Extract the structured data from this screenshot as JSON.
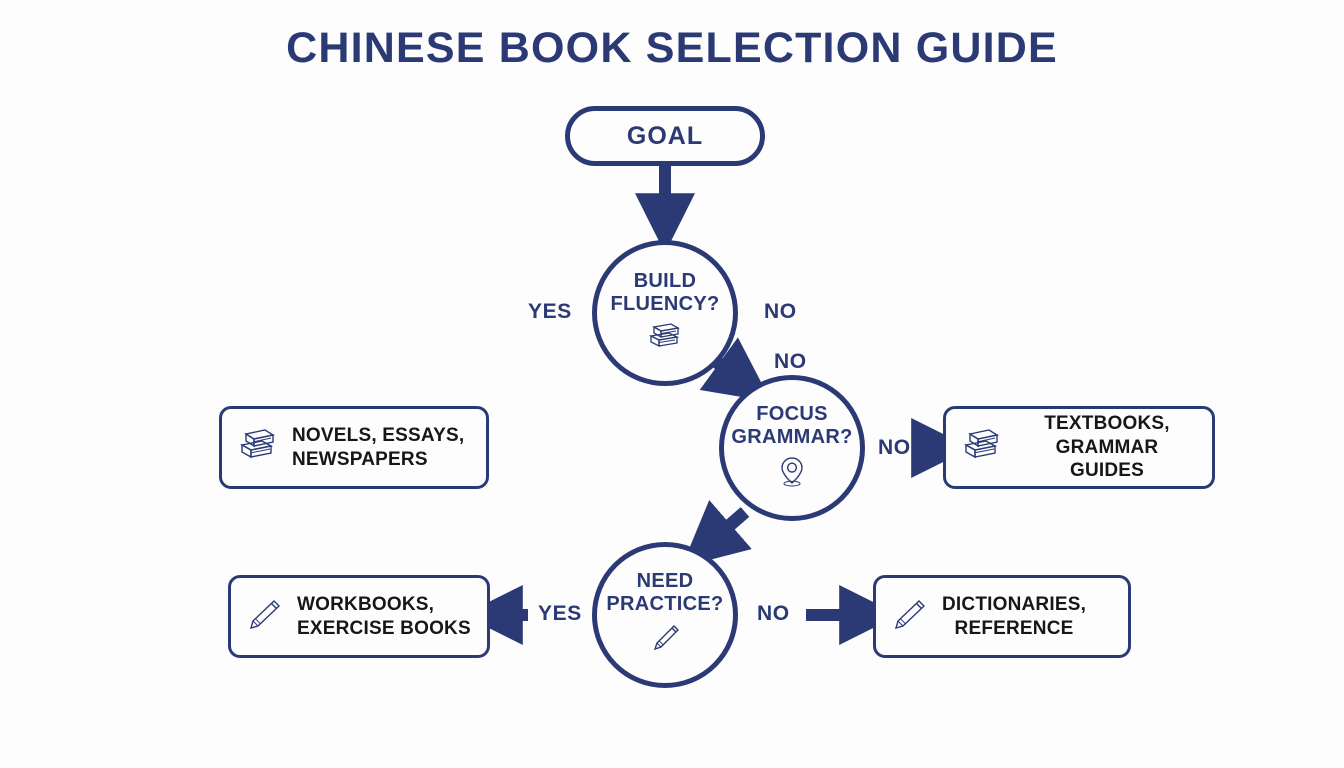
{
  "page": {
    "title": "Chinese Book Selection Guide",
    "background_color": "#fdfdfd",
    "accent_color": "#2b3a75",
    "text_color": "#17171b"
  },
  "diagram": {
    "type": "flowchart",
    "start": {
      "label": "GOAL",
      "shape": "pill"
    },
    "decisions": [
      {
        "id": "build-fluency",
        "label": "BUILD\nFLUENCY?",
        "icon": "books-stack-icon",
        "shape": "circle"
      },
      {
        "id": "focus-grammar",
        "label": "FOCUS\nGRAMMAR?",
        "icon": "location-pin-icon",
        "shape": "circle"
      },
      {
        "id": "need-practice",
        "label": "NEED\nPRACTICE?",
        "icon": "pencil-icon",
        "shape": "circle"
      }
    ],
    "results": [
      {
        "id": "novels",
        "label": "NOVELS, ESSAYS,\nNEWSPAPERS",
        "icon": "books-stack-icon"
      },
      {
        "id": "textbooks",
        "label": "TEXTBOOKS,\nGRAMMAR GUIDES",
        "icon": "books-stack-icon"
      },
      {
        "id": "workbooks",
        "label": "WORKBOOKS,\nEXERCISE BOOKS",
        "icon": "pencil-icon"
      },
      {
        "id": "dictionaries",
        "label": "DICTIONARIES,\nREFERENCE",
        "icon": "pencil-icon"
      }
    ],
    "edge_labels": {
      "fluency_yes": "YES",
      "fluency_no": "NO",
      "fluency_no_down": "NO",
      "grammar_no": "NO",
      "practice_yes": "YES",
      "practice_no": "NO"
    }
  }
}
